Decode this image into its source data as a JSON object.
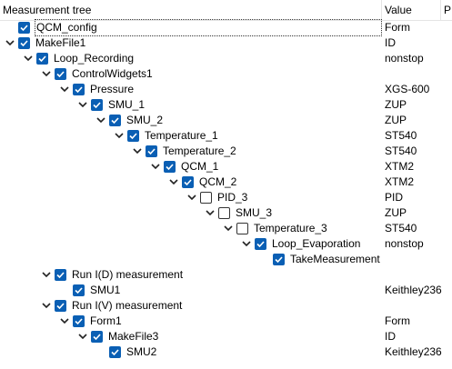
{
  "header": {
    "col_tree": "Measurement tree",
    "col_value": "Value",
    "col_extra": "P"
  },
  "rows": [
    {
      "label": "QCM_config",
      "value": "Form",
      "checked": true,
      "level": 0,
      "arrow": false
    },
    {
      "label": "MakeFile1",
      "value": "ID",
      "checked": true,
      "level": 0,
      "arrow": true
    },
    {
      "label": "Loop_Recording",
      "value": "nonstop",
      "checked": true,
      "level": 1,
      "arrow": true
    },
    {
      "label": "ControlWidgets1",
      "value": "",
      "checked": true,
      "level": 2,
      "arrow": true
    },
    {
      "label": "Pressure",
      "value": "XGS-600",
      "checked": true,
      "level": 3,
      "arrow": true
    },
    {
      "label": "SMU_1",
      "value": "ZUP",
      "checked": true,
      "level": 4,
      "arrow": true
    },
    {
      "label": "SMU_2",
      "value": "ZUP",
      "checked": true,
      "level": 5,
      "arrow": true
    },
    {
      "label": "Temperature_1",
      "value": "ST540",
      "checked": true,
      "level": 6,
      "arrow": true
    },
    {
      "label": "Temperature_2",
      "value": "ST540",
      "checked": true,
      "level": 7,
      "arrow": true
    },
    {
      "label": "QCM_1",
      "value": "XTM2",
      "checked": true,
      "level": 8,
      "arrow": true
    },
    {
      "label": "QCM_2",
      "value": "XTM2",
      "checked": true,
      "level": 9,
      "arrow": true
    },
    {
      "label": "PID_3",
      "value": "PID",
      "checked": false,
      "level": 10,
      "arrow": true
    },
    {
      "label": "SMU_3",
      "value": "ZUP",
      "checked": false,
      "level": 11,
      "arrow": true
    },
    {
      "label": "Temperature_3",
      "value": "ST540",
      "checked": false,
      "level": 12,
      "arrow": true
    },
    {
      "label": "Loop_Evaporation",
      "value": "nonstop",
      "checked": true,
      "level": 13,
      "arrow": true
    },
    {
      "label": "TakeMeasurement",
      "value": "",
      "checked": true,
      "level": 14,
      "arrow": false
    },
    {
      "label": "Run I(D) measurement",
      "value": "",
      "checked": true,
      "level": 2,
      "arrow": true
    },
    {
      "label": "SMU1",
      "value": "Keithley236",
      "checked": true,
      "level": 3,
      "arrow": false
    },
    {
      "label": "Run I(V) measurement",
      "value": "",
      "checked": true,
      "level": 2,
      "arrow": true
    },
    {
      "label": "Form1",
      "value": "Form",
      "checked": true,
      "level": 3,
      "arrow": true
    },
    {
      "label": "MakeFile3",
      "value": "ID",
      "checked": true,
      "level": 4,
      "arrow": true
    },
    {
      "label": "SMU2",
      "value": "Keithley236",
      "checked": true,
      "level": 5,
      "arrow": false
    }
  ]
}
